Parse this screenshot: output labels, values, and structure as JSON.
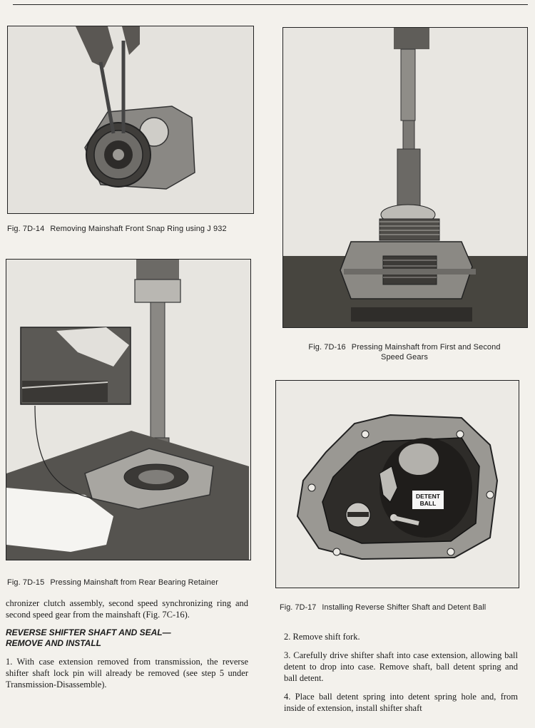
{
  "figures": {
    "fig14": {
      "label": "Fig. 7D-14",
      "caption": "Removing Mainshaft Front Snap Ring using J 932"
    },
    "fig15": {
      "label": "Fig. 7D-15",
      "caption": "Pressing Mainshaft from Rear Bearing Retainer"
    },
    "fig16": {
      "label": "Fig. 7D-16",
      "caption_line1": "Pressing Mainshaft from First and Second",
      "caption_line2": "Speed Gears"
    },
    "fig17": {
      "label": "Fig. 7D-17",
      "caption": "Installing Reverse Shifter Shaft and Detent Ball",
      "callout_line1": "DETENT",
      "callout_line2": "BALL"
    }
  },
  "left_column": {
    "para1": "chronizer clutch assembly, second speed synchronizing ring and second speed gear from the mainshaft (Fig. 7C-16).",
    "heading_line1": "REVERSE SHIFTER SHAFT AND SEAL—",
    "heading_line2": "REMOVE AND INSTALL",
    "para2": "1. With case extension removed from transmission, the reverse shifter shaft lock pin will already be removed (see step 5 under Transmission-Disassemble)."
  },
  "right_column": {
    "step2": "2. Remove shift fork.",
    "step3": "3. Carefully drive shifter shaft into case extension, allowing ball detent to drop into case. Remove shaft, ball detent spring and ball detent.",
    "step4": "4. Place ball detent spring into detent spring hole and, from inside of extension, install shifter shaft"
  }
}
